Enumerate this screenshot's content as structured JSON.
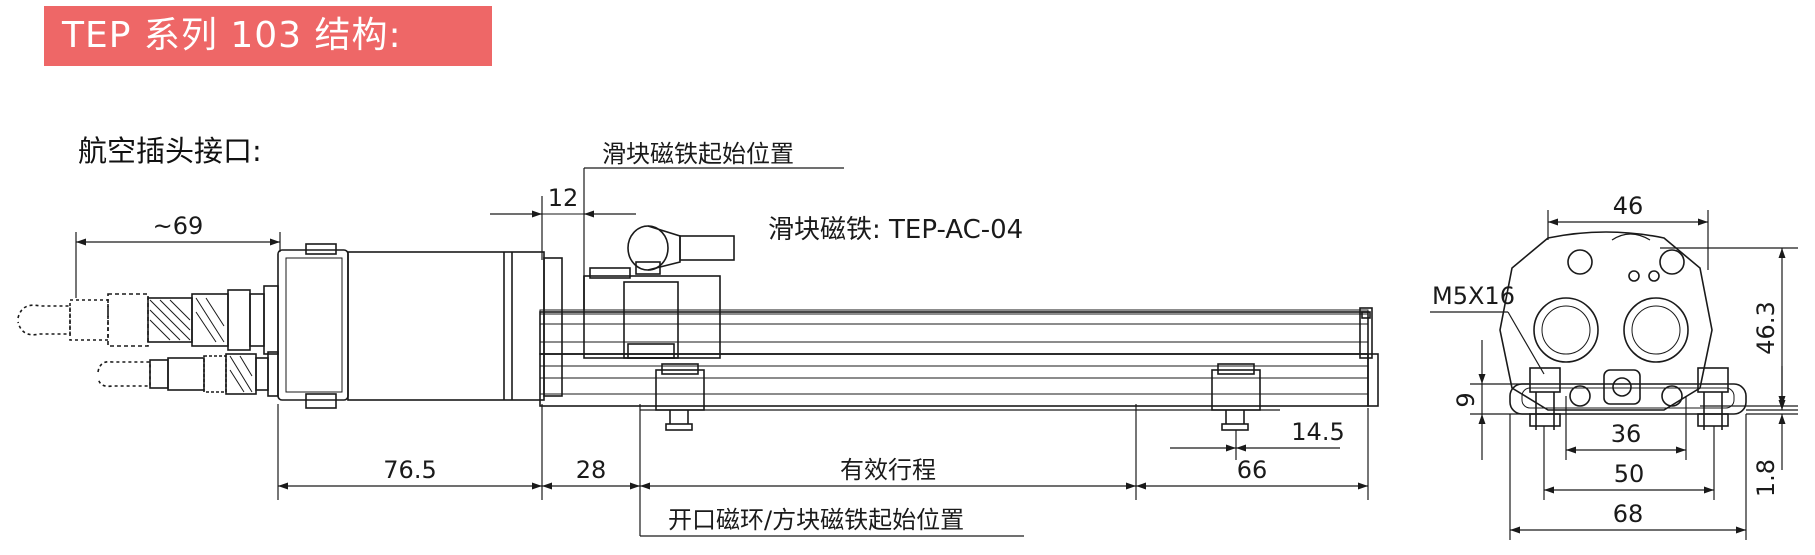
{
  "header": {
    "title": "TEP 系列 103 结构:"
  },
  "subtitle": "航空插头接口:",
  "annotations": {
    "slider_start": "滑块磁铁起始位置",
    "slider_magnet": "滑块磁铁: TEP-AC-04",
    "ring_start": "开口磁环/方块磁铁起始位置"
  },
  "dimensions": {
    "cable_length": "~69",
    "gap_12": "12",
    "head_length": "76.5",
    "dead_zone": "28",
    "effective_stroke": "有效行程",
    "tail_length": "66",
    "foot_offset": "14.5",
    "width_46": "46",
    "height_46_3": "46.3",
    "screw": "M5X16",
    "foot_height": "9",
    "hole_36": "36",
    "hole_50": "50",
    "base_68": "68",
    "thickness": "1.8"
  }
}
